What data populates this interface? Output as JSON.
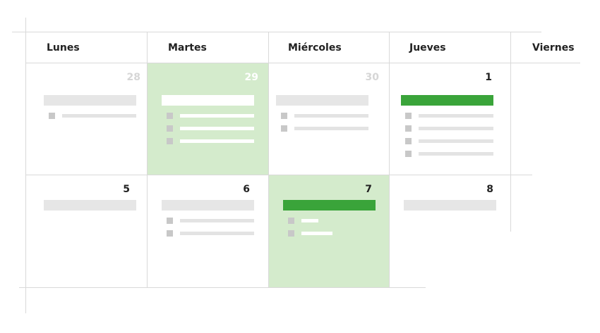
{
  "weekdays": [
    "Lunes",
    "Martes",
    "Miércoles",
    "Jueves",
    "Viernes"
  ],
  "weeks": [
    {
      "days": [
        {
          "number": "28",
          "muted": true,
          "highlighted": false,
          "event_bar": "gray",
          "items": 1
        },
        {
          "number": "29",
          "muted": true,
          "highlighted": true,
          "event_bar": "white",
          "items": 3
        },
        {
          "number": "30",
          "muted": true,
          "highlighted": false,
          "event_bar": "gray",
          "items": 2
        },
        {
          "number": "1",
          "muted": false,
          "highlighted": false,
          "event_bar": "green",
          "items": 4
        }
      ]
    },
    {
      "days": [
        {
          "number": "5",
          "muted": false,
          "highlighted": false,
          "event_bar": "gray",
          "items": 0
        },
        {
          "number": "6",
          "muted": false,
          "highlighted": false,
          "event_bar": "gray",
          "items": 2
        },
        {
          "number": "7",
          "muted": false,
          "highlighted": true,
          "event_bar": "green",
          "items": 2
        },
        {
          "number": "8",
          "muted": false,
          "highlighted": false,
          "event_bar": "gray",
          "items": 0
        }
      ]
    }
  ],
  "colors": {
    "highlight": "#d4ebcc",
    "accent": "#3aa43a",
    "grid": "#d9d9d9",
    "placeholder": "#e6e6e6"
  }
}
